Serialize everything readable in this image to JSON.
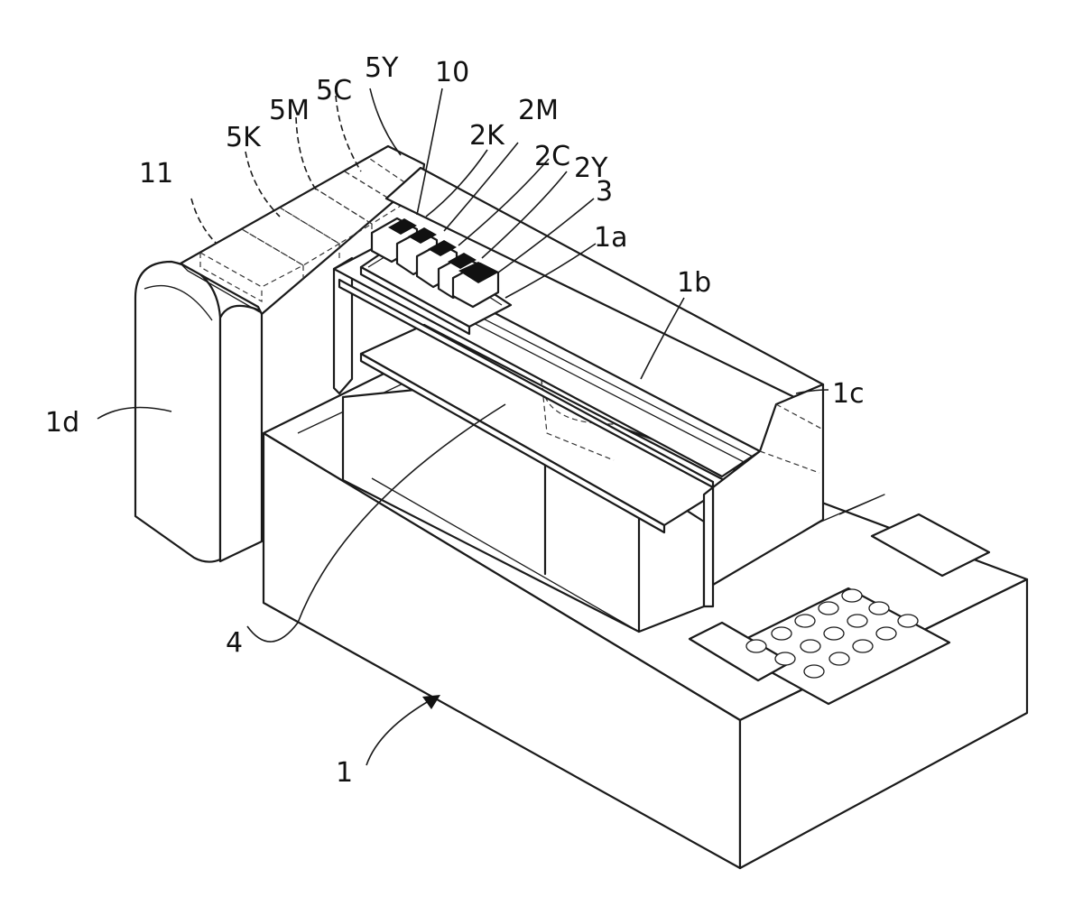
{
  "figure": {
    "labels": {
      "l_5Y": "5Y",
      "l_10": "10",
      "l_5C": "5C",
      "l_5M": "5M",
      "l_5K": "5K",
      "l_2M": "2M",
      "l_2K": "2K",
      "l_2C": "2C",
      "l_2Y": "2Y",
      "l_11": "11",
      "l_3": "3",
      "l_1a": "1a",
      "l_1b": "1b",
      "l_1c": "1c",
      "l_1d": "1d",
      "l_4": "4",
      "l_1": "1"
    }
  }
}
